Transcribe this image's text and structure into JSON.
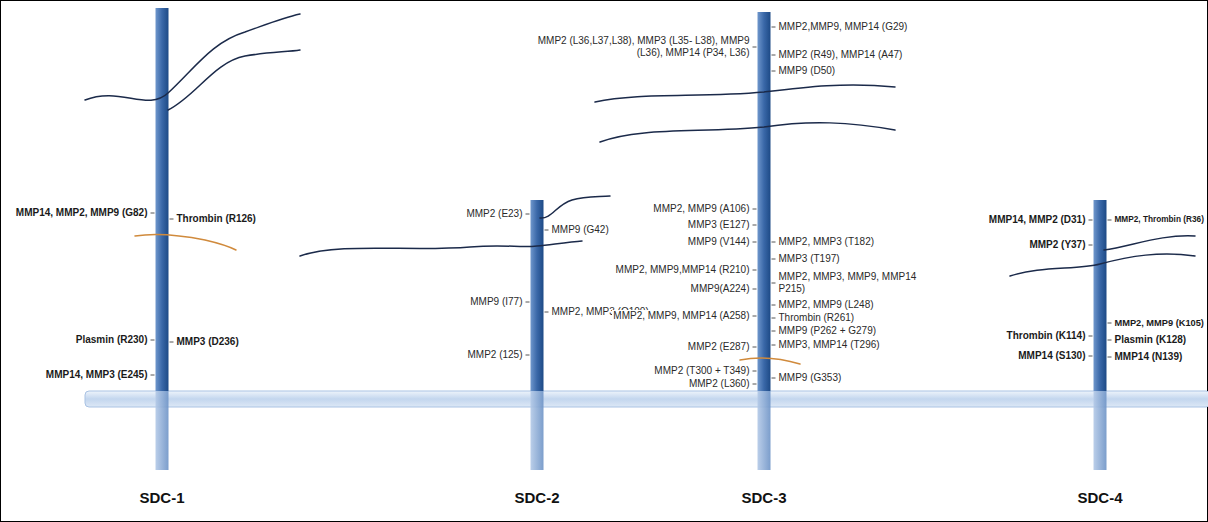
{
  "diagram": {
    "labels": [
      "MMP14, MMP2, MMP9 (G82)",
      "Thrombin (R126)",
      "Plasmin (R230)",
      "MMP3 (D236)",
      "MMP14, MMP3 (E245)",
      "MMP2 (E23)",
      "MMP9 (G42)",
      "MMP9 (I77)",
      "MMP2, MMP3 (Q100)",
      "MMP2 (125)",
      "MMP2,MMP9, MMP14 (G29)",
      "MMP2 (L36,L37,L38), MMP3 (L35- L38), MMP9 (L36), MMP14 (P34, L36)",
      "MMP2 (R49), MMP14 (A47)",
      "MMP9 (D50)",
      "MMP2, MMP9 (A106)",
      "MMP3 (E127)",
      "MMP9 (V144)",
      "MMP2, MMP3 (T182)",
      "MMP3 (T197)",
      "MMP2, MMP9,MMP14 (R210)",
      "MMP2, MMP3, MMP9, MMP14 P215)",
      "MMP9(A224)",
      "MMP2, MMP9 (L248)",
      "Thrombin (R261)",
      "MMP9 (P262 + G279)",
      "MMP3, MMP14 (T296)",
      "MMP2, MMP9, MMP14 (A258)",
      "MMP2 (E287)",
      "MMP2 (T300 + T349)",
      "MMP9 (G353)",
      "MMP2 (L360)",
      "MMP14, MMP2 (D31)",
      "MMP2, Thrombin (R36)",
      "MMP2 (Y37)",
      "MMP2, MMP9 (K105)",
      "Thrombin (K114)",
      "Plasmin (K128)",
      "MMP14 (S130)",
      "MMP14 (N139)",
      "SDC-1",
      "SDC-2",
      "SDC-3",
      "SDC-4"
    ]
  }
}
